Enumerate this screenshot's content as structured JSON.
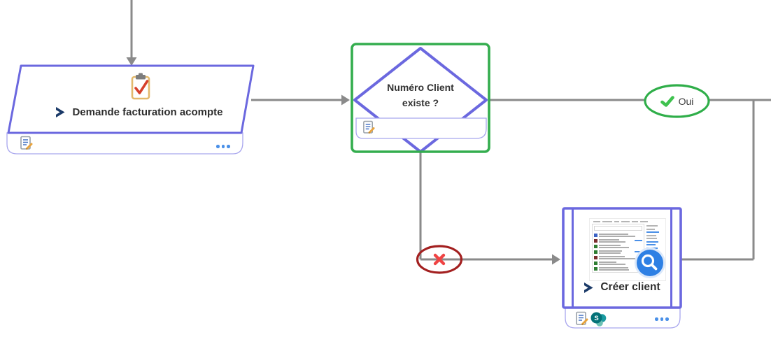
{
  "app": {
    "type": "flowchart-canvas"
  },
  "colors": {
    "node_border_purple": "#6b68df",
    "footer_border_purple": "#a8a6ee",
    "selected_border_green": "#34ad4e",
    "connector_gray": "#8a8a8a",
    "yes_ellipse_green": "#2fae49",
    "check_green": "#3fc24f",
    "no_ellipse_dark_red": "#a32020",
    "cross_red": "#ef4444",
    "more_dots_blue": "#4a90e8"
  },
  "nodes": {
    "demande_facturation": {
      "shape": "parallelogram",
      "label": "Demande facturation acompte",
      "icons": [
        "clipboard-check-icon",
        "power-automate-icon",
        "document-notes-icon",
        "more-options-icon"
      ]
    },
    "numero_client_existe": {
      "shape": "decision-diamond",
      "selected": true,
      "label": "Numéro Client existe ?",
      "label_line1": "Numéro Client",
      "label_line2": "existe ?",
      "icons": [
        "document-notes-icon"
      ]
    },
    "creer_client": {
      "shape": "process-with-sidebars",
      "label": "Créer client",
      "icons": [
        "screenshot-thumbnail",
        "search-magnifier-icon",
        "power-automate-icon",
        "document-notes-icon",
        "sharepoint-icon",
        "more-options-icon"
      ],
      "thumbnail_row_colors": [
        "#3a62c4",
        "#7a2e2e",
        "#2e7d32",
        "#2e7d32",
        "#7a2e2e",
        "#2e7d32",
        "#2e7d32"
      ]
    }
  },
  "connectors": {
    "yes": {
      "label": "Oui",
      "icon": "check-icon"
    },
    "no": {
      "label": "",
      "icon": "cross-icon"
    }
  }
}
